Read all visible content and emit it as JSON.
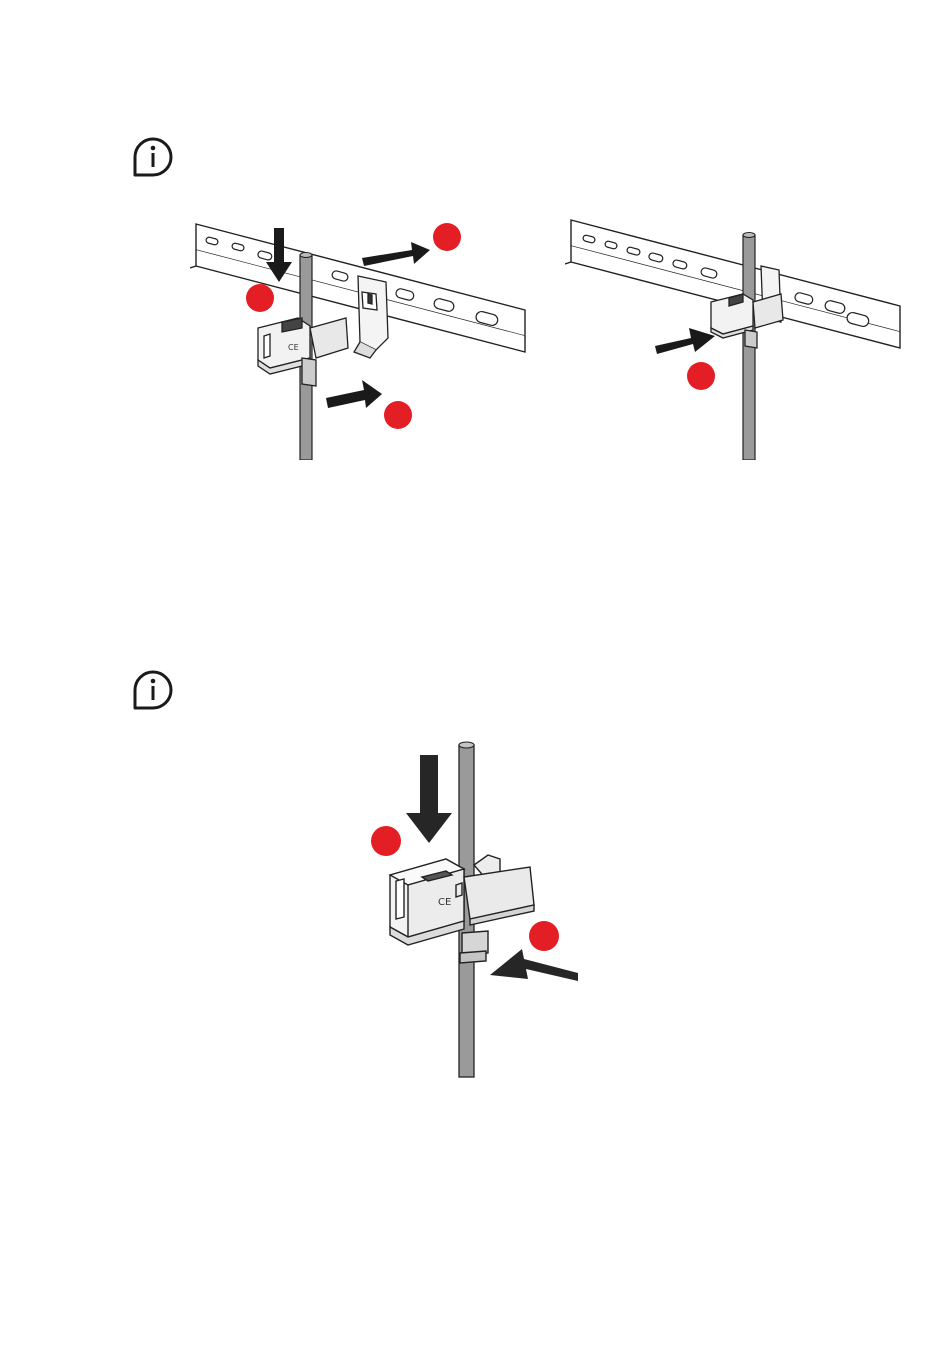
{
  "page": {
    "background": "#ffffff"
  },
  "colors": {
    "step_marker": "#e31e24",
    "arrow": "#1a1a1a",
    "line": "#222222",
    "rail": "#ffffff",
    "cable": "#9a9a9a",
    "clamp_body": "#f2f2f2"
  },
  "icons": {
    "info_icon_1": "info-icon",
    "info_icon_2": "info-icon"
  },
  "figures": [
    {
      "id": "mount-on-rail",
      "markers": 3,
      "arrows": [
        "down",
        "right-up",
        "right-up"
      ]
    },
    {
      "id": "mounted-on-rail",
      "markers": 1,
      "arrows": [
        "right-up"
      ]
    },
    {
      "id": "mount-on-cable",
      "markers": 2,
      "arrows": [
        "down",
        "left-up"
      ]
    }
  ]
}
